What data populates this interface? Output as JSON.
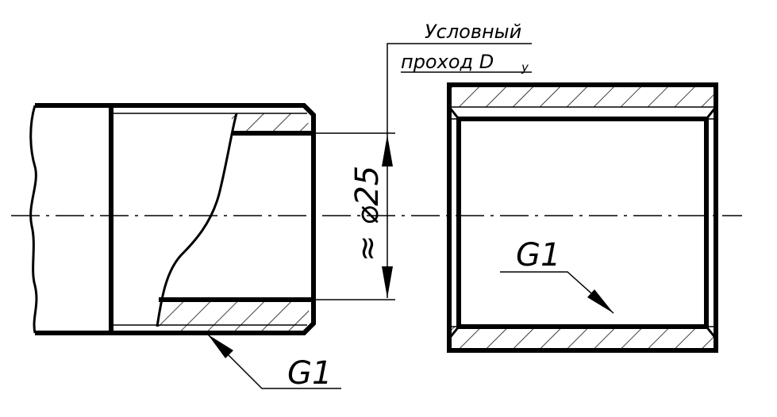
{
  "note": {
    "line1": "Условный",
    "line2": "проход  D",
    "subscript": "у"
  },
  "dimension": {
    "text": "≈ ⌀25"
  },
  "thread_label_left": "G1",
  "thread_label_right": "G1"
}
